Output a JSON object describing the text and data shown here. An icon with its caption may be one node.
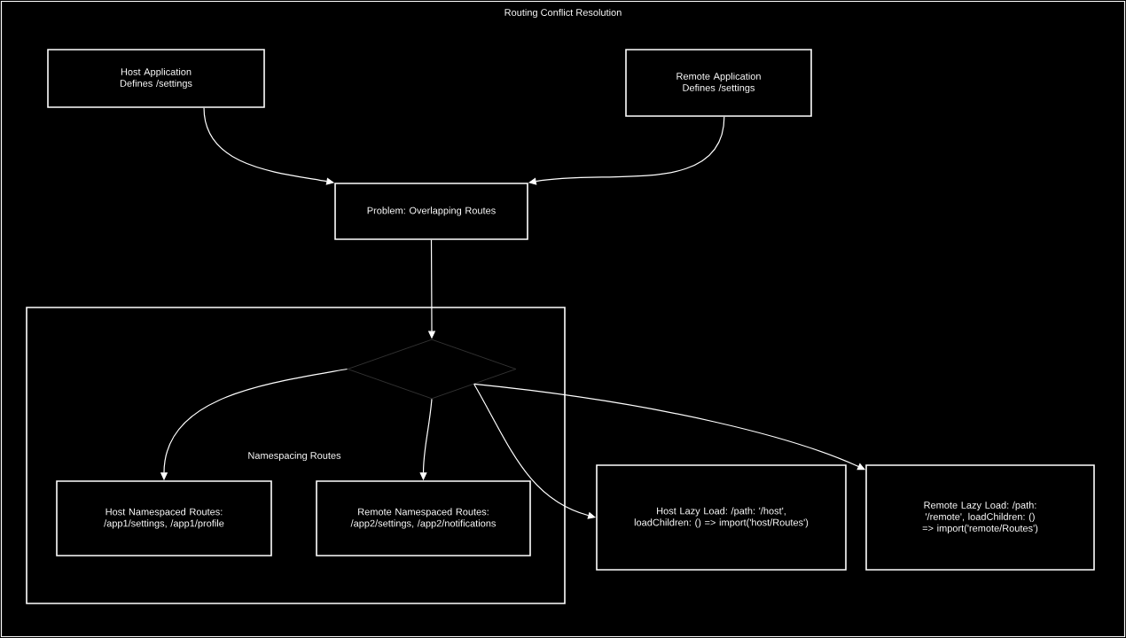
{
  "diagram": {
    "title": "Routing Conflict Resolution",
    "nodes": [
      {
        "text": [
          "Host Application Defines /settings"
        ]
      },
      {
        "text": [
          "Remote Application Defines /settings"
        ]
      },
      {
        "text": [
          "Problem: Overlapping Routes"
        ]
      },
      {
        "text": [
          "Namespacing Routes"
        ]
      },
      {
        "text": [],
        "shape": "diamond",
        "in": 3
      },
      {
        "text": [
          "Host Namespaced Routes: /app1/settings, /app1/profile"
        ],
        "in": 3
      },
      {
        "text": [
          "Remote Namespaced Routes: /app2/settings, /app2/notifications"
        ],
        "in": 3
      },
      {
        "text": [
          "Host Lazy Load: /path: '/host', loadChildren: () => import('host/Routes')"
        ]
      },
      {
        "text": [
          "Remote Lazy Load: /path: '/remote', loadChildren: () => import('remote/Routes')"
        ]
      }
    ],
    "edges": [
      {
        "from": 0,
        "to": 2,
        "arrow": "to"
      },
      {
        "from": 1,
        "to": 2,
        "arrow": "to"
      },
      {
        "from": 2,
        "to": 4,
        "arrow": "to"
      },
      {
        "from": 4,
        "to": 5,
        "arrow": "to"
      },
      {
        "from": 4,
        "to": 6,
        "arrow": "to"
      },
      {
        "from": 4,
        "to": 7,
        "arrow": "to"
      },
      {
        "from": 4,
        "to": 8,
        "arrow": "to"
      }
    ]
  }
}
